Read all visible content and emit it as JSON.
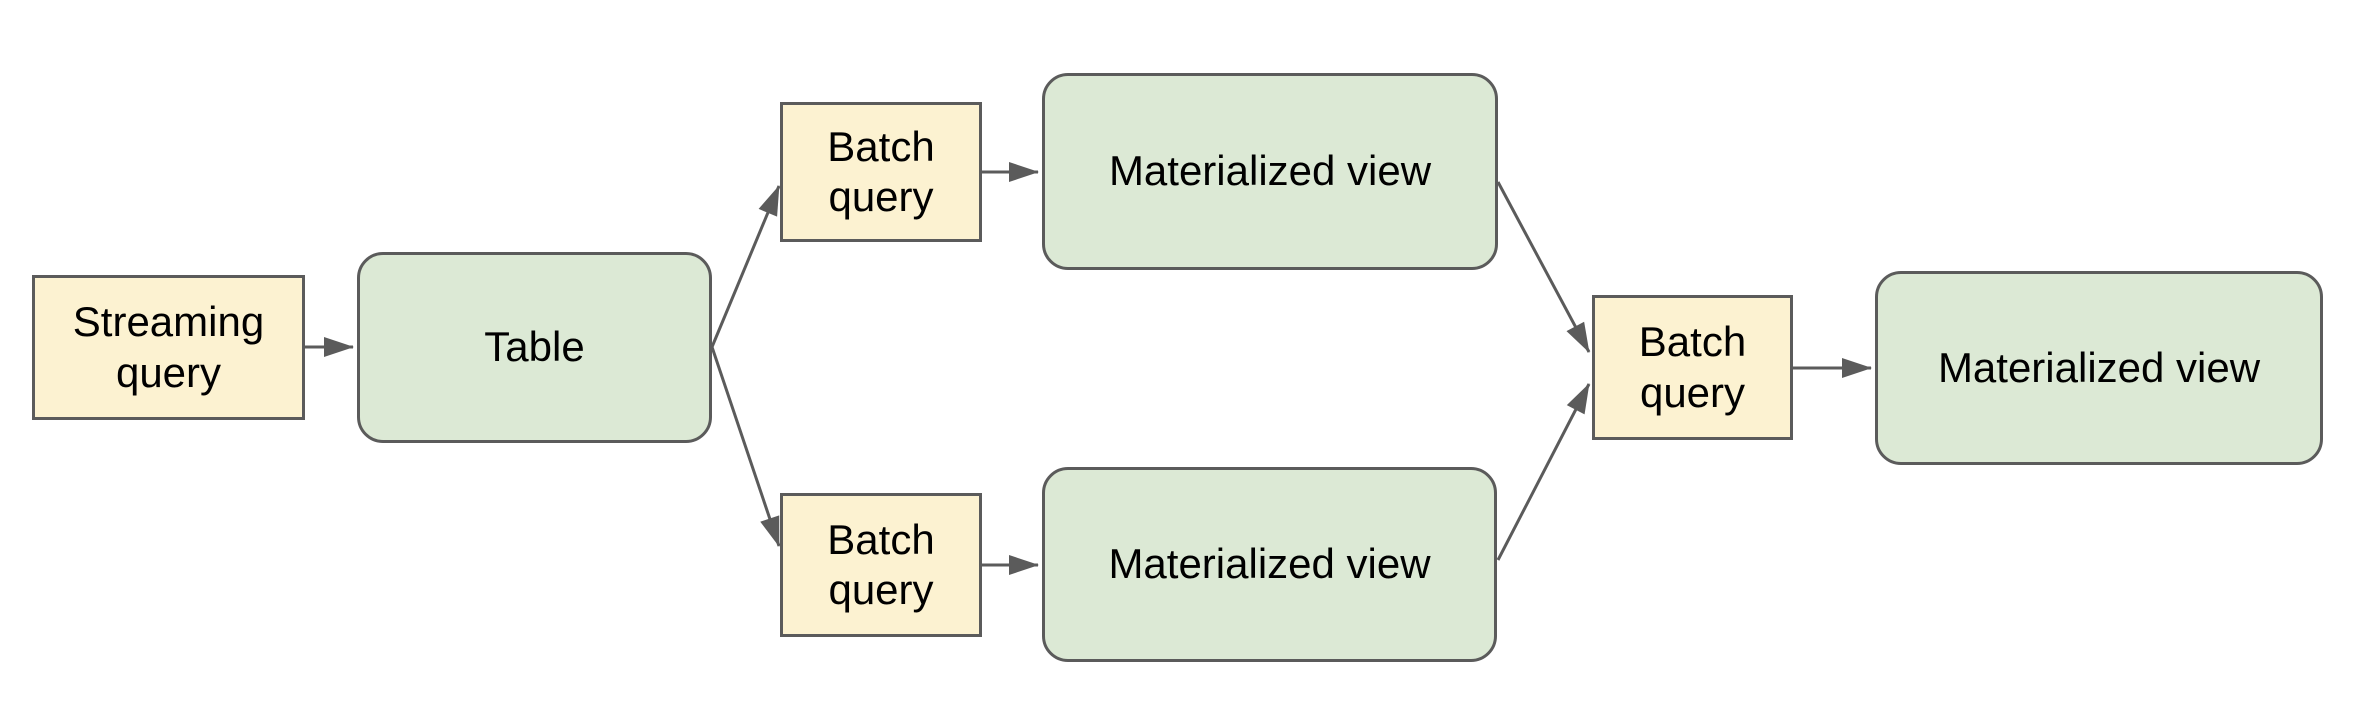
{
  "palette": {
    "query_fill": "#FCF2D1",
    "dataset_fill": "#DCE9D5",
    "stroke": "#5B5B5B",
    "text": "#000000",
    "background": "#FFFFFF"
  },
  "nodes": [
    {
      "id": "streaming-query",
      "label": "Streaming query",
      "kind": "query"
    },
    {
      "id": "table",
      "label": "Table",
      "kind": "dataset"
    },
    {
      "id": "batch-query-top",
      "label": "Batch query",
      "kind": "query"
    },
    {
      "id": "materialized-view-top",
      "label": "Materialized view",
      "kind": "dataset"
    },
    {
      "id": "batch-query-bottom",
      "label": "Batch query",
      "kind": "query"
    },
    {
      "id": "materialized-view-bottom",
      "label": "Materialized view",
      "kind": "dataset"
    },
    {
      "id": "batch-query-right",
      "label": "Batch query",
      "kind": "query"
    },
    {
      "id": "materialized-view-right",
      "label": "Materialized view",
      "kind": "dataset"
    }
  ],
  "edges": [
    {
      "from": "streaming-query",
      "to": "table"
    },
    {
      "from": "table",
      "to": "batch-query-top"
    },
    {
      "from": "batch-query-top",
      "to": "materialized-view-top"
    },
    {
      "from": "table",
      "to": "batch-query-bottom"
    },
    {
      "from": "batch-query-bottom",
      "to": "materialized-view-bottom"
    },
    {
      "from": "materialized-view-top",
      "to": "batch-query-right"
    },
    {
      "from": "materialized-view-bottom",
      "to": "batch-query-right"
    },
    {
      "from": "batch-query-right",
      "to": "materialized-view-right"
    }
  ]
}
